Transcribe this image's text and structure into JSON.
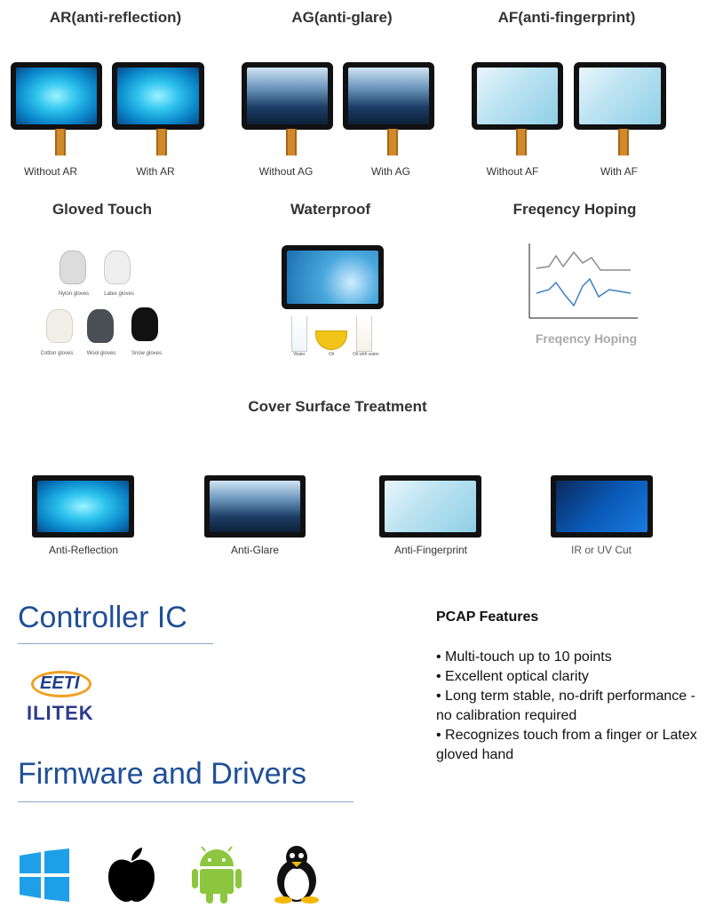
{
  "top_row": {
    "titles": {
      "ar": "AR(anti-reflection)",
      "ag": "AG(anti-glare)",
      "af": "AF(anti-fingerprint)"
    },
    "captions": [
      "Without AR",
      "With AR",
      "Without AG",
      "With AG",
      "Without AF",
      "With AF"
    ]
  },
  "middle_row": {
    "gloved_touch": {
      "title": "Gloved Touch",
      "labels": [
        "Nylon gloves",
        "Latex gloves",
        "Cotton gloves",
        "Wool gloves",
        "Snow gloves"
      ]
    },
    "waterproof": {
      "title": "Waterproof",
      "labels": [
        "Water",
        "Oil",
        "Oil with water"
      ]
    },
    "frequency": {
      "title": "Freqency Hoping",
      "caption": "Freqency Hoping"
    }
  },
  "cover": {
    "title": "Cover Surface Treatment",
    "items": [
      "Anti-Reflection",
      "Anti-Glare",
      "Anti-Fingerprint",
      "IR or UV Cut"
    ]
  },
  "controller": {
    "heading": "Controller IC",
    "logo_eeti": "EETI",
    "logo_ilitek": "ILITEK"
  },
  "firmware": {
    "heading": "Firmware and Drivers",
    "os_icons": [
      "windows-icon",
      "apple-icon",
      "android-icon",
      "linux-icon"
    ]
  },
  "pcap": {
    "title": "PCAP Features",
    "bullets": [
      "• Multi-touch up to 10 points",
      "• Excellent optical clarity",
      "• Long term stable, no-drift performance - no calibration required",
      "• Recognizes touch from a finger or Latex gloved hand"
    ]
  },
  "colors": {
    "heading_blue": "#1f4f97",
    "flex_orange": "#d08a2a"
  }
}
